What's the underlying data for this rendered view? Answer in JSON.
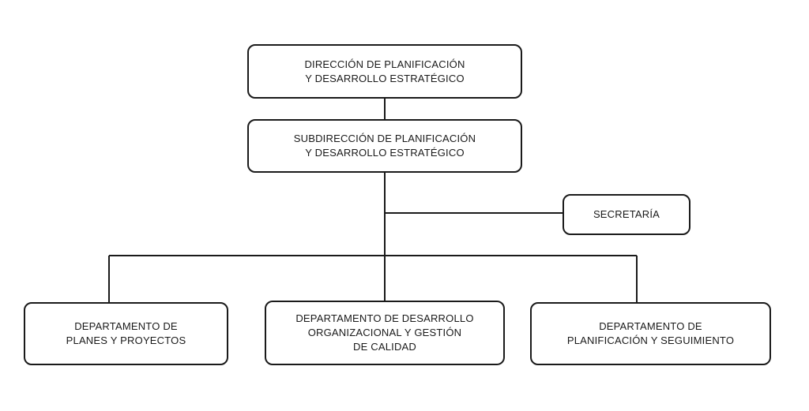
{
  "chart": {
    "root": {
      "lines": [
        "DIRECCIÓN DE PLANIFICACIÓN",
        "Y DESARROLLO ESTRATÉGICO"
      ]
    },
    "sub": {
      "lines": [
        "SUBDIRECCIÓN DE PLANIFICACIÓN",
        "Y DESARROLLO ESTRATÉGICO"
      ]
    },
    "staff": {
      "lines": [
        "SECRETARÍA"
      ]
    },
    "departments": [
      {
        "lines": [
          "DEPARTAMENTO DE",
          "PLANES Y PROYECTOS"
        ]
      },
      {
        "lines": [
          "DEPARTAMENTO DE DESARROLLO",
          "ORGANIZACIONAL Y GESTIÓN",
          "DE CALIDAD"
        ]
      },
      {
        "lines": [
          "DEPARTAMENTO DE",
          "PLANIFICACIÓN Y SEGUIMIENTO"
        ]
      }
    ]
  },
  "colors": {
    "stroke": "#1a1a1a",
    "background": "#ffffff"
  }
}
